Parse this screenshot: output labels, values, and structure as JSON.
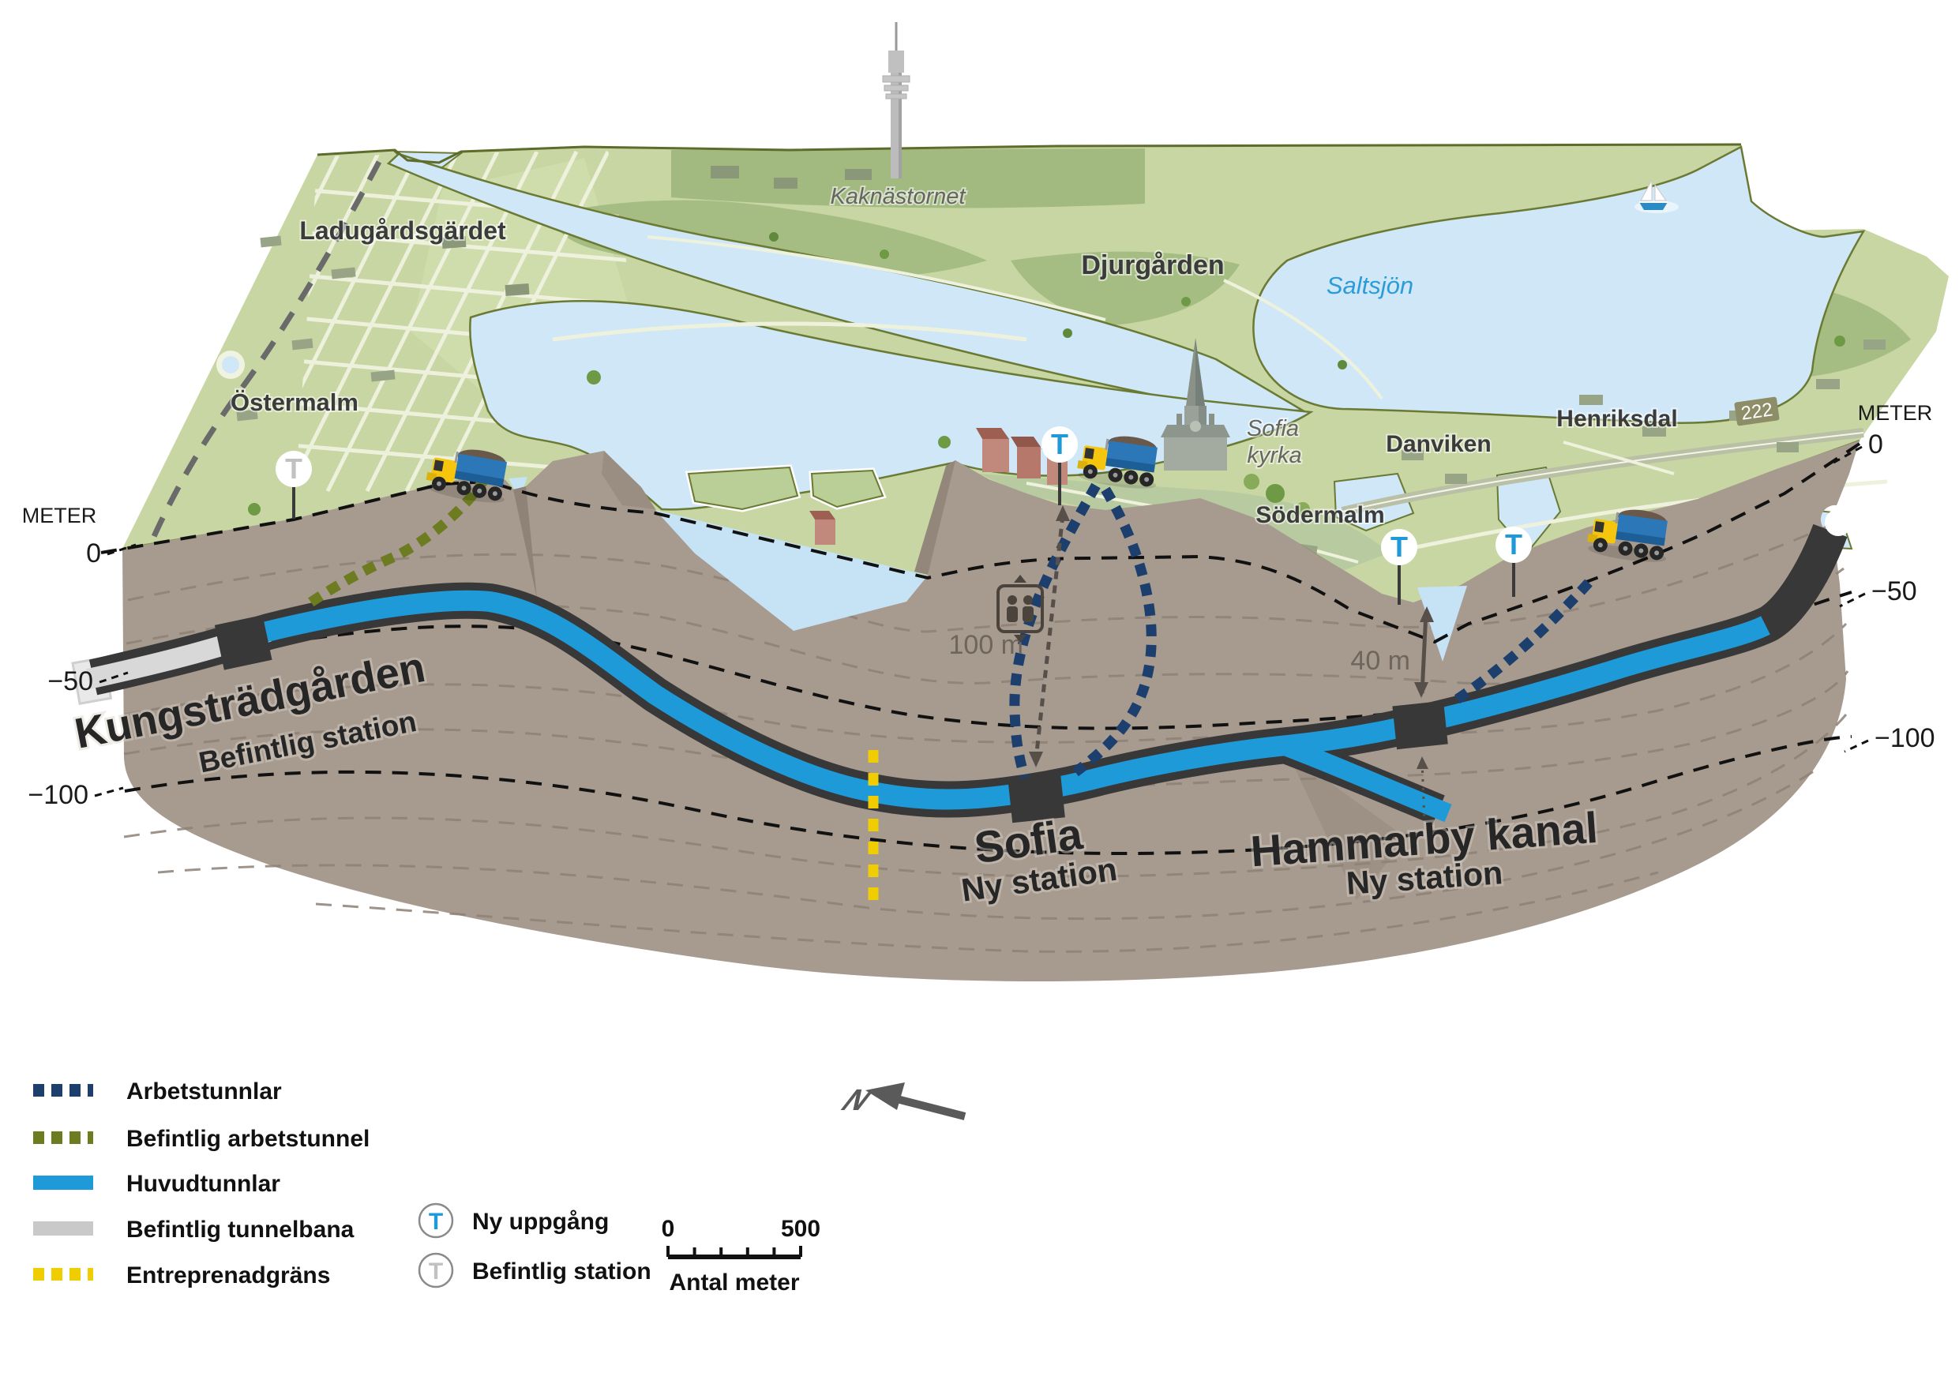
{
  "map_labels": {
    "kaknastornet": "Kaknästornet",
    "ladugardsgardet": "Ladugårdsgärdet",
    "djurgarden": "Djurgården",
    "saltsjon": "Saltsjön",
    "ostermalm": "Östermalm",
    "sofia_kyrka_line1": "Sofia",
    "sofia_kyrka_line2": "kyrka",
    "sodermalm": "Södermalm",
    "danviken": "Danviken",
    "henriksdal": "Henriksdal",
    "road_number": "222"
  },
  "stations": {
    "kungstradgarden": {
      "name": "Kungsträdgården",
      "subtitle": "Befintlig station"
    },
    "sofia": {
      "name": "Sofia",
      "subtitle": "Ny station"
    },
    "hammarby_kanal": {
      "name": "Hammarby kanal",
      "subtitle": "Ny station"
    }
  },
  "depth_scales": {
    "left": {
      "title": "METER",
      "t0": "0",
      "t50": "−50",
      "t100": "−100"
    },
    "right": {
      "title": "METER",
      "t0": "0",
      "t50": "−50",
      "t100": "−100"
    }
  },
  "measurements": {
    "sofia_depth": "100 m",
    "hammarby_depth": "40 m"
  },
  "north_label": "N",
  "legend": {
    "arbetstunnlar": "Arbetstunnlar",
    "befintlig_arbetstunnel": "Befintlig arbetstunnel",
    "huvudtunnlar": "Huvudtunnlar",
    "befintlig_tunnelbana": "Befintlig tunnelbana",
    "entreprenadgrans": "Entreprenadgräns",
    "ny_uppgang": "Ny uppgång",
    "befintlig_station": "Befintlig station",
    "t_symbol": "T"
  },
  "scale_bar": {
    "start": "0",
    "end": "500",
    "caption": "Antal meter"
  },
  "colors": {
    "huvudtunnlar": "#1f9ad8",
    "arbetstunnlar": "#1c3f6e",
    "befintlig_arbetstunnel": "#6d7b21",
    "befintlig_tunnelbana": "#c9c9c9",
    "entreprenadgrans": "#f0cd00",
    "t_new": "#1f9ad8",
    "t_existing": "#c1c1c1",
    "water": "#cfe7f7",
    "rock": "#a79a8e"
  }
}
